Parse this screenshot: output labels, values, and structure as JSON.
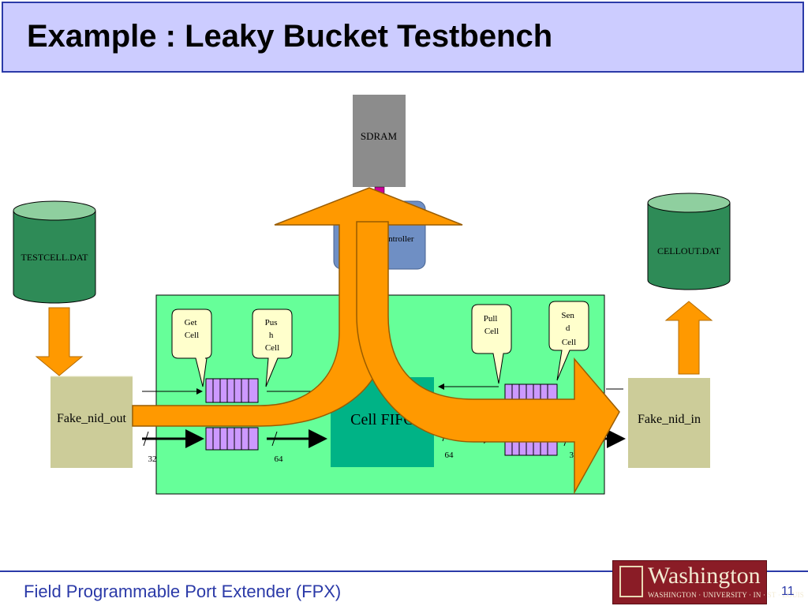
{
  "slide": {
    "title": "Example : Leaky Bucket Testbench",
    "footer": "Field Programmable Port Extender (FPX)",
    "page_number": "11"
  },
  "logo": {
    "wordmark": "Washington",
    "subtitle": "WASHINGTON · UNIVERSITY · IN · ST · LOUIS"
  },
  "diagram": {
    "sdram": "SDRAM",
    "sdram_controller": "SDRAM Controller",
    "testcell": "TESTCELL.DAT",
    "cellout": "CELLOUT.DAT",
    "fake_nid_out": "Fake_nid_out",
    "fake_nid_in": "Fake_nid_in",
    "cell_fifo": "Cell FIFO",
    "get_cell": [
      "Get",
      "Cell"
    ],
    "push_cell": [
      "Pus",
      "h",
      "Cell"
    ],
    "pull_cell": [
      "Pull",
      "Cell"
    ],
    "send_cell": [
      "Sen",
      "d",
      "Cell"
    ],
    "bus_widths": [
      "32",
      "64",
      "64",
      "32"
    ]
  }
}
